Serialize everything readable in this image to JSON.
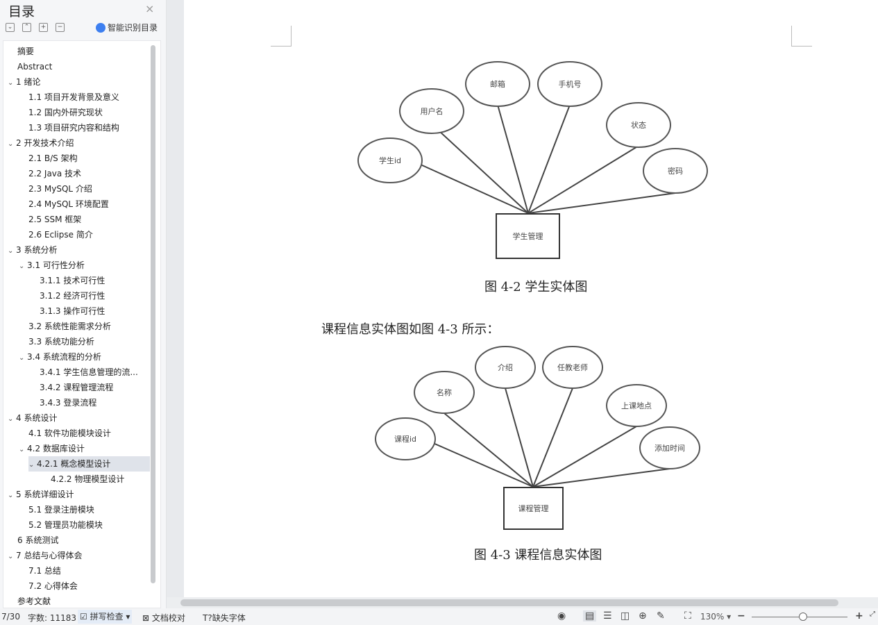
{
  "sidebar": {
    "title": "目录",
    "close": "×",
    "smart_label": "智能识别目录",
    "tool_buttons": [
      "⌄",
      "⌃",
      "+",
      "−"
    ]
  },
  "toc": [
    {
      "text": "摘要",
      "level": 0,
      "chevron": false
    },
    {
      "text": "Abstract",
      "level": 0,
      "chevron": false
    },
    {
      "text": "1 绪论",
      "level": 0,
      "chevron": true
    },
    {
      "text": "1.1 项目开发背景及意义",
      "level": 1,
      "chevron": false
    },
    {
      "text": "1.2 国内外研究现状",
      "level": 1,
      "chevron": false
    },
    {
      "text": "1.3 项目研究内容和结构",
      "level": 1,
      "chevron": false
    },
    {
      "text": "2 开发技术介绍",
      "level": 0,
      "chevron": true
    },
    {
      "text": "2.1 B/S 架构",
      "level": 1,
      "chevron": false
    },
    {
      "text": "2.2 Java 技术",
      "level": 1,
      "chevron": false
    },
    {
      "text": "2.3 MySQL  介绍",
      "level": 1,
      "chevron": false
    },
    {
      "text": "2.4 MySQL 环境配置",
      "level": 1,
      "chevron": false
    },
    {
      "text": "2.5 SSM 框架",
      "level": 1,
      "chevron": false
    },
    {
      "text": "2.6 Eclipse 简介",
      "level": 1,
      "chevron": false
    },
    {
      "text": "3 系统分析",
      "level": 0,
      "chevron": true
    },
    {
      "text": "3.1 可行性分析",
      "level": 1,
      "chevron": true
    },
    {
      "text": "3.1.1 技术可行性",
      "level": 2,
      "chevron": false
    },
    {
      "text": "3.1.2 经济可行性",
      "level": 2,
      "chevron": false
    },
    {
      "text": "3.1.3 操作可行性",
      "level": 2,
      "chevron": false
    },
    {
      "text": "3.2 系统性能需求分析",
      "level": 1,
      "chevron": false
    },
    {
      "text": "3.3 系统功能分析",
      "level": 1,
      "chevron": false
    },
    {
      "text": "3.4 系统流程的分析",
      "level": 1,
      "chevron": true
    },
    {
      "text": "3.4.1  学生信息管理的流...",
      "level": 2,
      "chevron": false
    },
    {
      "text": "3.4.2 课程管理流程",
      "level": 2,
      "chevron": false
    },
    {
      "text": "3.4.3  登录流程",
      "level": 2,
      "chevron": false
    },
    {
      "text": "4 系统设计",
      "level": 0,
      "chevron": true
    },
    {
      "text": "4.1  软件功能模块设计",
      "level": 1,
      "chevron": false
    },
    {
      "text": "4.2 数据库设计",
      "level": 1,
      "chevron": true
    },
    {
      "text": "4.2.1 概念模型设计",
      "level": 2,
      "chevron": true,
      "selected": true
    },
    {
      "text": "4.2.2 物理模型设计",
      "level": 3,
      "chevron": false
    },
    {
      "text": "5 系统详细设计",
      "level": 0,
      "chevron": true
    },
    {
      "text": "5.1 登录注册模块",
      "level": 1,
      "chevron": false
    },
    {
      "text": "5.2 管理员功能模块",
      "level": 1,
      "chevron": false
    },
    {
      "text": "6 系统测试",
      "level": 0,
      "chevron": false
    },
    {
      "text": "7 总结与心得体会",
      "level": 0,
      "chevron": true
    },
    {
      "text": "7.1  总结",
      "level": 1,
      "chevron": false
    },
    {
      "text": "7.2  心得体会",
      "level": 1,
      "chevron": false
    },
    {
      "text": "参考文献",
      "level": 0,
      "chevron": false
    }
  ],
  "document": {
    "fig1": {
      "entity": "学生管理",
      "attributes": [
        "学生id",
        "用户名",
        "邮箱",
        "手机号",
        "状态",
        "密码"
      ],
      "caption": "图 4-2 学生实体图"
    },
    "paragraph": "课程信息实体图如图 4-3 所示：",
    "fig2": {
      "entity": "课程管理",
      "attributes": [
        "课程id",
        "名称",
        "介绍",
        "任教老师",
        "上课地点",
        "添加时间"
      ],
      "caption": "图 4-3 课程信息实体图"
    }
  },
  "status": {
    "page": "7/30",
    "word_count": "字数: 11183",
    "spell_check": "拼写检查",
    "doc_proof": "文档校对",
    "missing_font": "缺失字体",
    "zoom": "130%",
    "zoom_percent": 130
  }
}
